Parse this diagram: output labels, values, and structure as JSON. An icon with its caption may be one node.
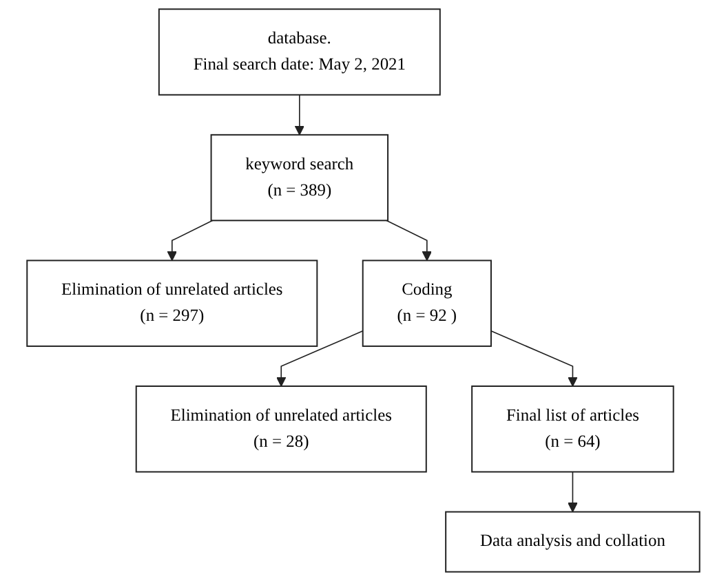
{
  "diagram": {
    "nodes": [
      {
        "text": [
          "database.",
          "Final search date: May 2, 2021"
        ]
      },
      {
        "text": [
          "keyword search",
          "(n = 389)"
        ]
      },
      {
        "text": [
          "Elimination of unrelated articles",
          "(n = 297)"
        ]
      },
      {
        "text": [
          "Coding",
          "(n = 92 )"
        ]
      },
      {
        "text": [
          "Elimination of unrelated articles",
          "(n = 28)"
        ]
      },
      {
        "text": [
          "Final list of articles",
          "(n = 64)"
        ]
      },
      {
        "text": [
          "Data analysis and collation"
        ]
      }
    ],
    "edges": [
      {
        "from": 0,
        "to": 1,
        "arrow": "to"
      },
      {
        "from": 1,
        "to": 2,
        "arrow": "to"
      },
      {
        "from": 1,
        "to": 3,
        "arrow": "to"
      },
      {
        "from": 3,
        "to": 4,
        "arrow": "to"
      },
      {
        "from": 3,
        "to": 5,
        "arrow": "to"
      },
      {
        "from": 5,
        "to": 6,
        "arrow": "to"
      }
    ]
  }
}
